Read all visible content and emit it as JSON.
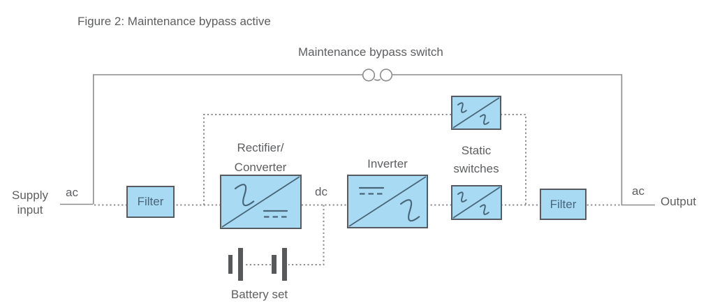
{
  "figure_title": "Figure 2: Maintenance bypass active",
  "bypass": {
    "label": "Maintenance bypass switch"
  },
  "supply": {
    "line1": "Supply",
    "line2": "input",
    "ac": "ac"
  },
  "output": {
    "label": "Output",
    "ac": "ac"
  },
  "blocks": {
    "filter_left": "Filter",
    "rectifier": {
      "line1": "Rectifier/",
      "line2": "Converter"
    },
    "dc": "dc",
    "inverter": "Inverter",
    "static_switches": {
      "line1": "Static",
      "line2": "switches"
    },
    "filter_right": "Filter",
    "battery": "Battery set"
  },
  "colors": {
    "box_fill": "#a9daf3",
    "box_border": "#555b61",
    "symbol": "#47667a",
    "wire": "#8a8c8e",
    "text": "#5d5e60",
    "plate": "#58595b"
  }
}
